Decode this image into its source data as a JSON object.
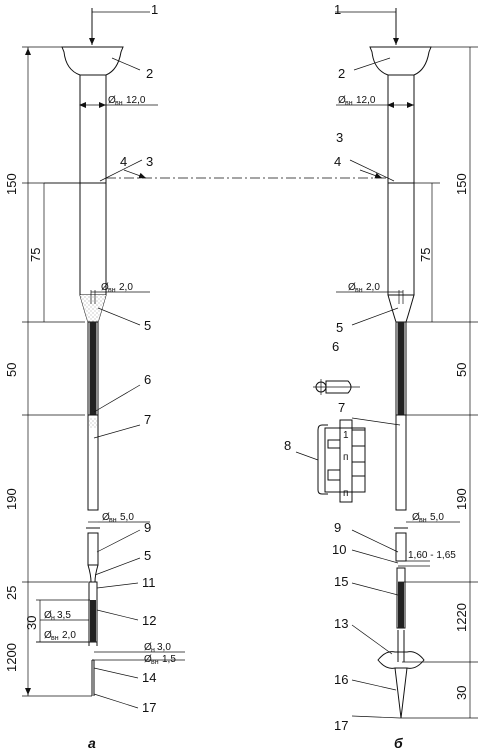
{
  "callouts": {
    "c1": "1",
    "c2": "2",
    "c3": "3",
    "c4": "4",
    "c5": "5",
    "c6": "6",
    "c7": "7",
    "c8": "8",
    "c9": "9",
    "c10": "10",
    "c11": "11",
    "c12": "12",
    "c13": "13",
    "c14": "14",
    "c15": "15",
    "c16": "16",
    "c17": "17"
  },
  "dimensions": {
    "d150": "150",
    "d75": "75",
    "d50": "50",
    "d190": "190",
    "d25": "25",
    "d30": "30",
    "d1200": "1200",
    "d1220": "1220"
  },
  "diameters": {
    "phi": "Ø",
    "vn": "вн",
    "n": "н",
    "v12": "12,0",
    "v2": "2,0",
    "v5": "5,0",
    "v35": "3,5",
    "v3": "3,0",
    "v15": "1,5"
  },
  "range": "1,60 - 1,65",
  "scale_marks": {
    "m1": "1",
    "n1": "п",
    "n2": "п"
  },
  "captions": {
    "a": "а",
    "b": "б"
  }
}
